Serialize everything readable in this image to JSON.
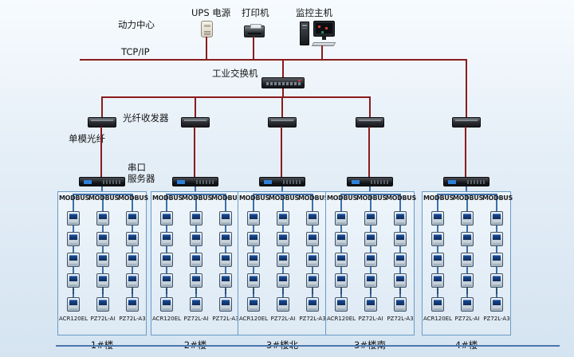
{
  "header": {
    "power_center": "动力中心",
    "ups_label": "UPS 电源",
    "printer_label": "打印机",
    "host_label": "监控主机",
    "tcpip": "TCP/IP"
  },
  "network": {
    "switch_label": "工业交换机",
    "fiber_transceiver_label": "光纤收发器",
    "single_mode_fiber_label": "单模光纤",
    "serial_server_label_line1": "串口",
    "serial_server_label_line2": "服务器",
    "ellipsis": "⋮"
  },
  "colors": {
    "line_red": "#8a1c1c",
    "line_blue": "#3d6fa8",
    "panel_border": "#699bc6"
  },
  "meters": {
    "rows_above_dots": 4,
    "rows_below_dots": 1
  },
  "branches": [
    {
      "building": "1#楼",
      "columns": [
        {
          "bus": "MODBUS",
          "model": "ACR120EL"
        },
        {
          "bus": "MODBUS",
          "model": "PZ72L-AI"
        },
        {
          "bus": "MODBUS",
          "model": "PZ72L-A3"
        }
      ]
    },
    {
      "building": "2#楼",
      "columns": [
        {
          "bus": "MODBUS",
          "model": "ACR120EL"
        },
        {
          "bus": "MODBUS",
          "model": "PZ72L-AI"
        },
        {
          "bus": "MODBUS",
          "model": "PZ72L-A3"
        }
      ]
    },
    {
      "building": "3#楼北",
      "columns": [
        {
          "bus": "MODBUS",
          "model": "ACR120EL"
        },
        {
          "bus": "MODBUS",
          "model": "PZ72L-AI"
        },
        {
          "bus": "MODBUS",
          "model": "PZ72L-A3"
        }
      ]
    },
    {
      "building": "3#楼南",
      "columns": [
        {
          "bus": "MODBUS",
          "model": "ACR120EL"
        },
        {
          "bus": "MODBUS",
          "model": "PZ72L-AI"
        },
        {
          "bus": "MODBUS",
          "model": "PZ72L-A3"
        }
      ]
    },
    {
      "building": "4#楼",
      "columns": [
        {
          "bus": "MODBUS",
          "model": "ACR120EL"
        },
        {
          "bus": "MODBUS",
          "model": "PZ72L-AI"
        },
        {
          "bus": "MODBUS",
          "model": "PZ72L-A3"
        }
      ]
    }
  ]
}
